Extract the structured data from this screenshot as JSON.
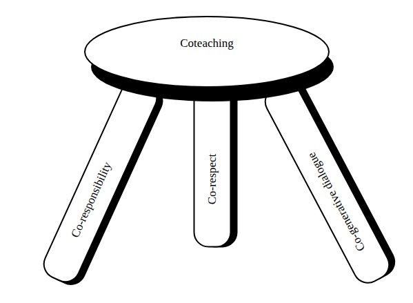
{
  "diagram": {
    "nodes": [
      {
        "text": [
          "Coteaching"
        ]
      },
      {
        "text": [
          "Co-responsibility"
        ]
      },
      {
        "text": [
          "Co-respect"
        ]
      },
      {
        "text": [
          "Co-generative dialogue"
        ]
      }
    ]
  }
}
